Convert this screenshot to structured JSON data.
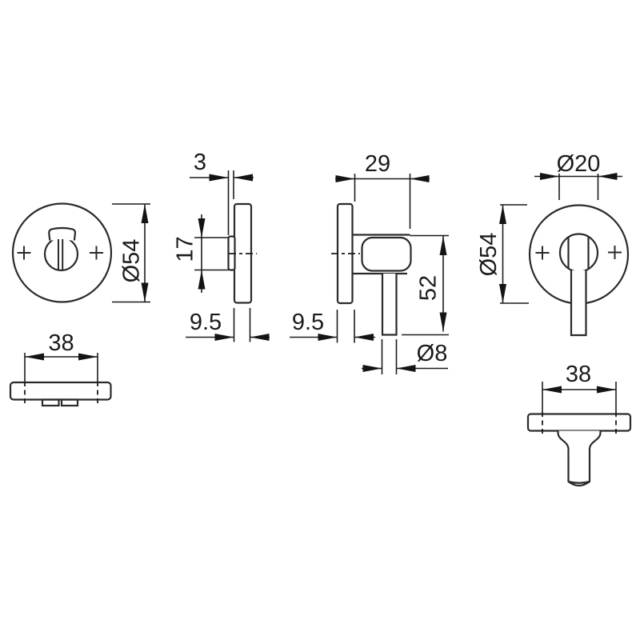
{
  "drawing": {
    "type": "technical-dimension-drawing",
    "subject": "bathroom turn and release rosette set",
    "background_color": "#ffffff",
    "line_color": "#2a2a2a",
    "dimension_color": "#1c1c1c"
  },
  "labels": {
    "rosette_front_diameter": "Ø54",
    "rosette_plate_width": "38",
    "side_flange_thickness": "3",
    "side_turn_height": "17",
    "side_rosette_depth": "9.5",
    "turn_grip_width": "29",
    "turn_grip_length": "52",
    "turn_side_depth": "9.5",
    "turn_stem_diameter": "Ø8",
    "release_knob_diameter": "Ø20",
    "release_rosette_diameter": "Ø54",
    "release_plate_width": "38"
  }
}
